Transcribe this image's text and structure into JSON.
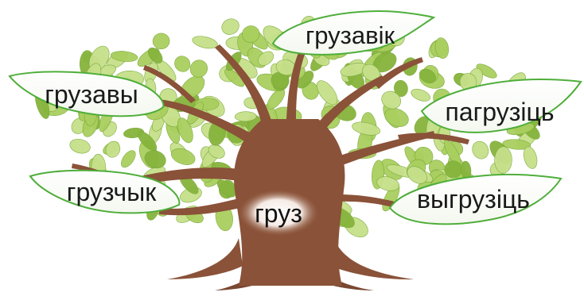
{
  "root": {
    "word": "груз"
  },
  "leaves": [
    {
      "id": "gruzavik",
      "word": "грузавік"
    },
    {
      "id": "gruzavy",
      "word": "грузавы"
    },
    {
      "id": "pagruzic",
      "word": "пагрузіць"
    },
    {
      "id": "gruzchyk",
      "word": "грузчык"
    },
    {
      "id": "vygruzic",
      "word": "выгрузіць"
    }
  ],
  "colors": {
    "trunk": "#8a5238",
    "trunk_dark": "#6e3d28",
    "foliage_light": "#c6e08a",
    "foliage_mid": "#a9cf5e",
    "foliage_dark": "#86b43c",
    "leaf_outline": "#4fae3a",
    "root_glow": "#ffffff"
  }
}
